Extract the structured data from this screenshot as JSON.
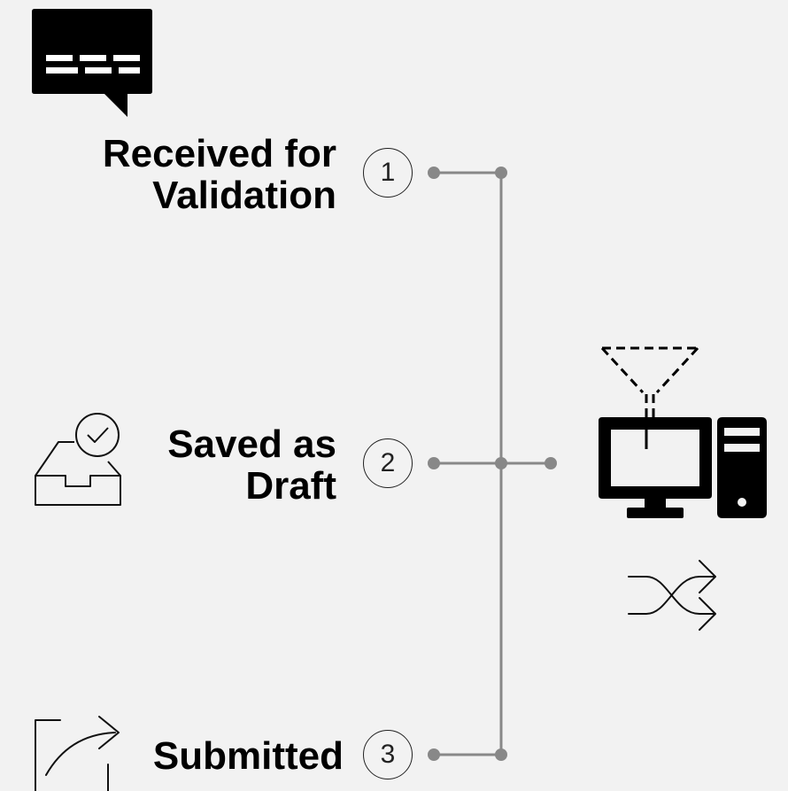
{
  "steps": [
    {
      "number": "1",
      "label_line1": "Received for",
      "label_line2": "Validation",
      "icon": "message-bubble-icon"
    },
    {
      "number": "2",
      "label_line1": "Saved as",
      "label_line2": "Draft",
      "icon": "inbox-check-icon"
    },
    {
      "number": "3",
      "label_line1": "Submitted",
      "label_line2": "",
      "icon": "share-arrow-icon"
    }
  ],
  "right_icons": [
    "computer-filter-icon",
    "shuffle-icon"
  ],
  "colors": {
    "background": "#f2f2f2",
    "connector": "#888888",
    "text": "#000000"
  }
}
